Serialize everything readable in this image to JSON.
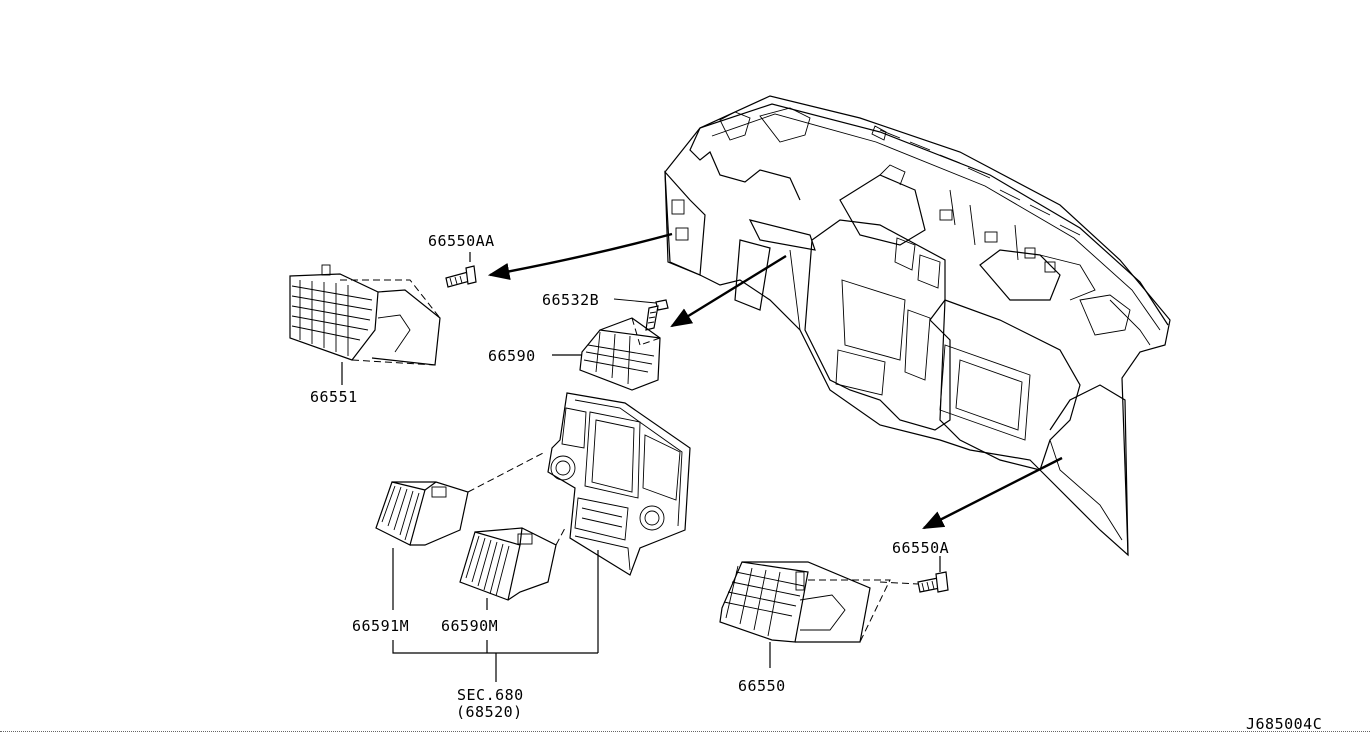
{
  "diagram": {
    "drawing_code": "J685004C",
    "callouts": {
      "c66550AA": "66550AA",
      "c66532B": "66532B",
      "c66590": "66590",
      "c66551": "66551",
      "c66591M": "66591M",
      "c66590M": "66590M",
      "sec680": "SEC.680",
      "sec680_sub": "(68520)",
      "c66550A": "66550A",
      "c66550": "66550"
    }
  }
}
